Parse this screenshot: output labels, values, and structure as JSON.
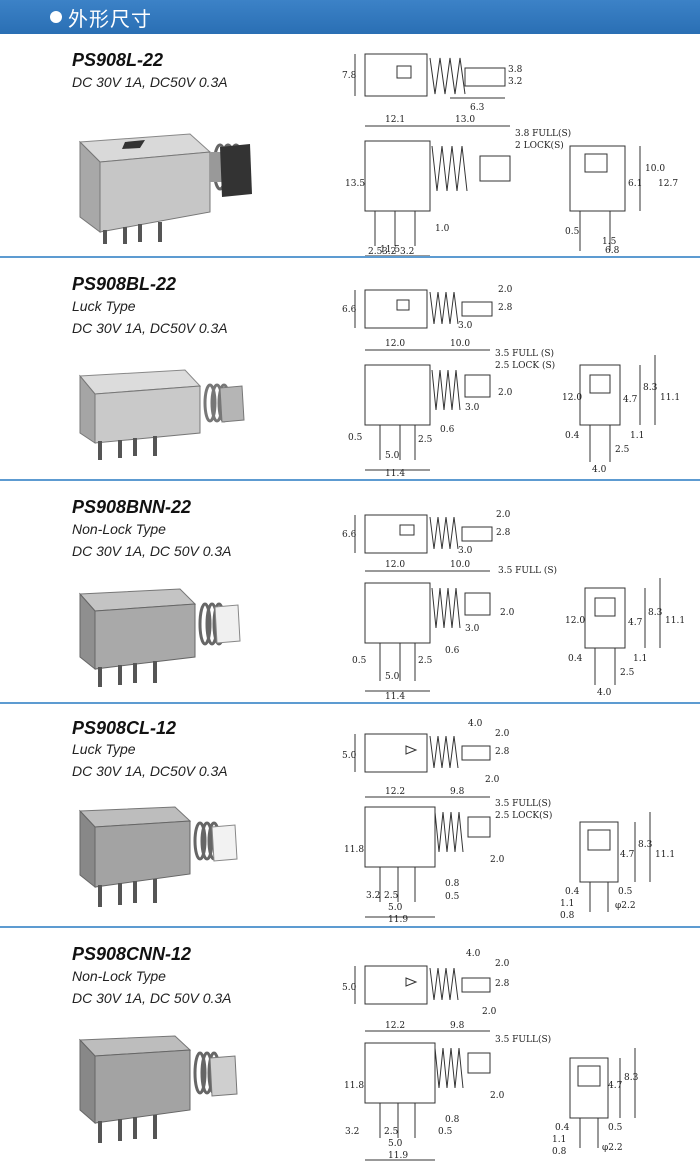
{
  "header": {
    "title": "外形尺寸"
  },
  "products": [
    {
      "model": "PS908L-22",
      "lines": [
        "DC 30V 1A, DC50V 0.3A"
      ],
      "dims": {
        "top": [
          "7.8",
          "6.3",
          "3.8",
          "3.2"
        ],
        "side": [
          "12.1",
          "13.0",
          "3.8 FULL(S)",
          "2 LOCK(S)",
          "13.5",
          "1.0",
          "2.5",
          "3.2",
          "3.2",
          "11.5"
        ],
        "end": [
          "10.0",
          "6.1",
          "12.7",
          "0.5",
          "1.5",
          "6.8"
        ]
      }
    },
    {
      "model": "PS908BL-22",
      "lines": [
        "Luck Type",
        "DC 30V 1A, DC50V 0.3A"
      ],
      "dims": {
        "top": [
          "6.6",
          "2.0",
          "2.8",
          "3.0"
        ],
        "side": [
          "12.0",
          "10.0",
          "3.5 FULL (S)",
          "2.5 LOCK (S)",
          "2.0",
          "3.0",
          "0.5",
          "2.5",
          "0.6",
          "5.0",
          "11.4"
        ],
        "end": [
          "12.0",
          "4.7",
          "8.3",
          "11.1",
          "0.4",
          "1.1",
          "2.5",
          "4.0"
        ]
      }
    },
    {
      "model": "PS908BNN-22",
      "lines": [
        "Non-Lock Type",
        "DC 30V 1A, DC 50V 0.3A"
      ],
      "dims": {
        "top": [
          "6.6",
          "2.0",
          "2.8",
          "3.0"
        ],
        "side": [
          "12.0",
          "10.0",
          "3.5 FULL (S)",
          "2.0",
          "3.0",
          "0.5",
          "2.5",
          "0.6",
          "5.0",
          "11.4"
        ],
        "end": [
          "12.0",
          "4.7",
          "8.3",
          "11.1",
          "0.4",
          "1.1",
          "2.5",
          "4.0"
        ]
      }
    },
    {
      "model": "PS908CL-12",
      "lines": [
        "Luck Type",
        "DC 30V 1A, DC50V 0.3A"
      ],
      "dims": {
        "top": [
          "5.0",
          "4.0",
          "2.0",
          "2.8",
          "2.0"
        ],
        "side": [
          "12.2",
          "9.8",
          "3.5 FULL(S)",
          "2.5 LOCK(S)",
          "11.8",
          "2.0",
          "0.8",
          "3.2",
          "2.5",
          "0.5",
          "5.0",
          "11.9"
        ],
        "end": [
          "4.7",
          "8.3",
          "11.1",
          "0.4",
          "0.5",
          "1.1",
          "0.8",
          "φ2.2"
        ]
      }
    },
    {
      "model": "PS908CNN-12",
      "lines": [
        "Non-Lock Type",
        "DC 30V 1A, DC 50V 0.3A"
      ],
      "dims": {
        "top": [
          "5.0",
          "4.0",
          "2.0",
          "2.8",
          "2.0"
        ],
        "side": [
          "12.2",
          "9.8",
          "3.5 FULL(S)",
          "11.8",
          "2.0",
          "0.8",
          "3.2",
          "2.5",
          "0.5",
          "5.0",
          "11.9"
        ],
        "end": [
          "4.7",
          "8.3",
          "0.4",
          "0.5",
          "1.1",
          "0.8",
          "φ2.2"
        ]
      }
    }
  ]
}
